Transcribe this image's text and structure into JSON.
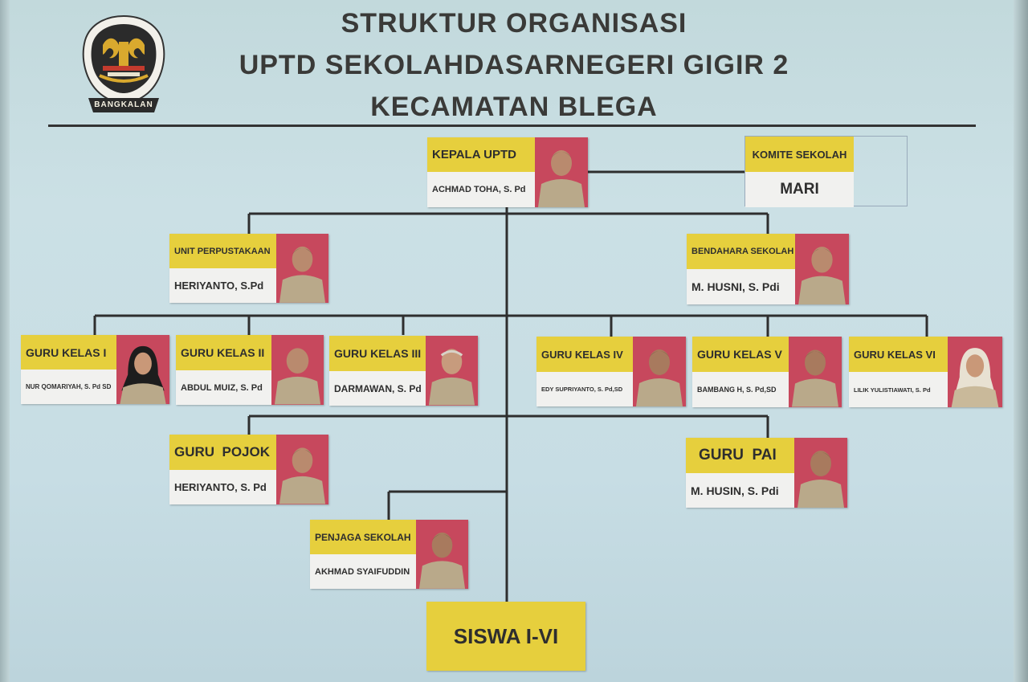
{
  "header": {
    "line1": "STRUKTUR ORGANISASI",
    "line2": "UPTD SEKOLAHDASARNEGERI GIGIR 2",
    "line3": "KECAMATAN BLEGA",
    "logo_text": "BANGKALAN"
  },
  "kepala": {
    "role": "KEPALA UPTD",
    "name": "ACHMAD TOHA, S. Pd"
  },
  "komite": {
    "role": "KOMITE SEKOLAH",
    "name": "MARI"
  },
  "perpustakaan": {
    "role": "UNIT PERPUSTAKAAN",
    "name": "HERIYANTO, S.Pd"
  },
  "bendahara": {
    "role": "BENDAHARA SEKOLAH",
    "name": "M. HUSNI, S. Pdi"
  },
  "guru_kelas": [
    {
      "role": "GURU KELAS I",
      "name": "NUR QOMARIYAH, S. Pd SD"
    },
    {
      "role": "GURU KELAS II",
      "name": "ABDUL MUIZ, S. Pd"
    },
    {
      "role": "GURU KELAS III",
      "name": "DARMAWAN, S. Pd"
    },
    {
      "role": "GURU KELAS IV",
      "name": "EDY SUPRIYANTO, S. Pd,SD"
    },
    {
      "role": "GURU KELAS V",
      "name": "BAMBANG H, S. Pd,SD"
    },
    {
      "role": "GURU KELAS VI",
      "name": "LILIK YULISTIAWATI, S. Pd"
    }
  ],
  "guru_pojok": {
    "role": "GURU  POJOK",
    "name": "HERIYANTO, S. Pd"
  },
  "guru_pai": {
    "role": "GURU  PAI",
    "name": "M. HUSIN, S. Pdi"
  },
  "penjaga": {
    "role": "PENJAGA SEKOLAH",
    "name": "AKHMAD SYAIFUDDIN"
  },
  "siswa": {
    "label": "SISWA I-VI"
  },
  "colors": {
    "role_bg": "#e6cf3d",
    "name_bg": "#f1f1ef",
    "photo_bg": "#c7485d",
    "board": "#c7dde4",
    "line": "#2e2e2e"
  }
}
